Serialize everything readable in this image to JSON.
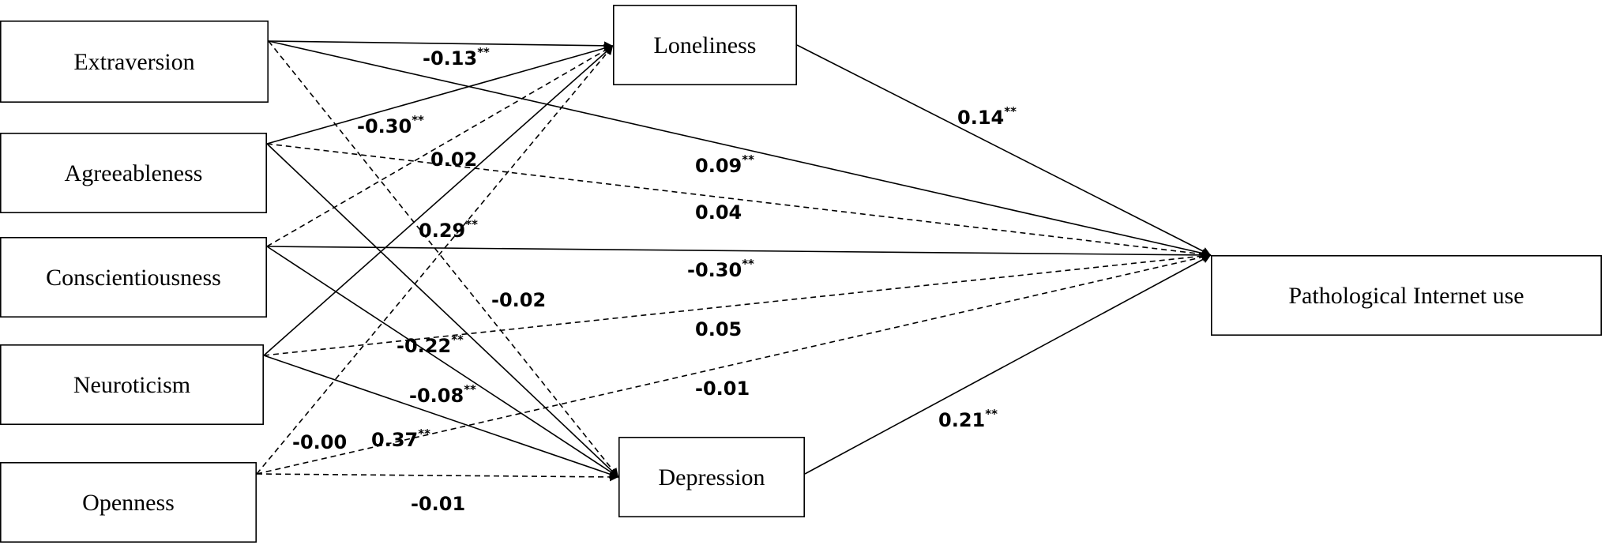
{
  "nodes": {
    "extraversion": "Extraversion",
    "agreeableness": "Agreeableness",
    "conscientiousness": "Conscientiousness",
    "neuroticism": "Neuroticism",
    "openness": "Openness",
    "loneliness": "Loneliness",
    "depression": "Depression",
    "piu": "Pathological Internet use"
  },
  "paths": [
    {
      "id": "ext-lon",
      "from": "extraversion",
      "to": "loneliness",
      "style": "solid",
      "coef": "-0.13",
      "sig": "**"
    },
    {
      "id": "ext-dep",
      "from": "extraversion",
      "to": "depression",
      "style": "dashed",
      "coef": "-0.02",
      "sig": ""
    },
    {
      "id": "ext-piu",
      "from": "extraversion",
      "to": "piu",
      "style": "solid",
      "coef": "0.09",
      "sig": "**"
    },
    {
      "id": "agr-lon",
      "from": "agreeableness",
      "to": "loneliness",
      "style": "solid",
      "coef": "-0.30",
      "sig": "**"
    },
    {
      "id": "agr-dep",
      "from": "agreeableness",
      "to": "depression",
      "style": "solid",
      "coef": "-0.22",
      "sig": "**"
    },
    {
      "id": "agr-piu",
      "from": "agreeableness",
      "to": "piu",
      "style": "dashed",
      "coef": "0.04",
      "sig": ""
    },
    {
      "id": "con-lon",
      "from": "conscientiousness",
      "to": "loneliness",
      "style": "dashed",
      "coef": "0.02",
      "sig": ""
    },
    {
      "id": "con-dep",
      "from": "conscientiousness",
      "to": "depression",
      "style": "solid",
      "coef": "-0.08",
      "sig": "**"
    },
    {
      "id": "con-piu",
      "from": "conscientiousness",
      "to": "piu",
      "style": "solid",
      "coef": "-0.30",
      "sig": "**"
    },
    {
      "id": "neu-lon",
      "from": "neuroticism",
      "to": "loneliness",
      "style": "solid",
      "coef": "0.29",
      "sig": "**"
    },
    {
      "id": "neu-dep",
      "from": "neuroticism",
      "to": "depression",
      "style": "solid",
      "coef": "0.37",
      "sig": "**"
    },
    {
      "id": "neu-piu",
      "from": "neuroticism",
      "to": "piu",
      "style": "dashed",
      "coef": "0.05",
      "sig": ""
    },
    {
      "id": "ope-lon",
      "from": "openness",
      "to": "loneliness",
      "style": "dashed",
      "coef": "-0.00",
      "sig": ""
    },
    {
      "id": "ope-dep",
      "from": "openness",
      "to": "depression",
      "style": "dashed",
      "coef": "-0.01",
      "sig": ""
    },
    {
      "id": "ope-piu",
      "from": "openness",
      "to": "piu",
      "style": "dashed",
      "coef": "-0.01",
      "sig": ""
    },
    {
      "id": "lon-piu",
      "from": "loneliness",
      "to": "piu",
      "style": "solid",
      "coef": "0.14",
      "sig": "**"
    },
    {
      "id": "dep-piu",
      "from": "depression",
      "to": "piu",
      "style": "solid",
      "coef": "0.21",
      "sig": "**"
    }
  ]
}
